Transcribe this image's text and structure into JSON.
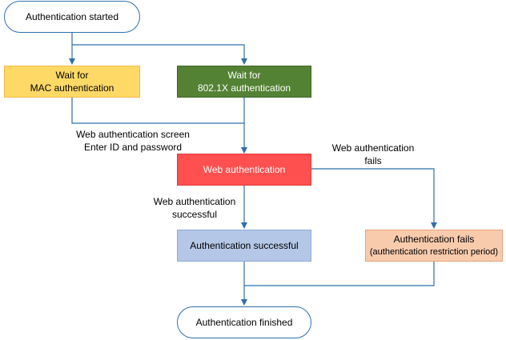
{
  "nodes": {
    "start": "Authentication started",
    "mac": [
      "Wait for",
      "MAC authentication"
    ],
    "dot1x": [
      "Wait for",
      "802.1X authentication"
    ],
    "web": "Web authentication",
    "success": "Authentication successful",
    "fail": [
      "Authentication fails",
      "(authentication restriction period)"
    ],
    "finish": "Authentication finished"
  },
  "edge_labels": {
    "screen": [
      "Web authentication screen",
      "Enter ID and password"
    ],
    "fails": [
      "Web authentication",
      "fails"
    ],
    "successful": [
      "Web authentication",
      "successful"
    ]
  },
  "colors": {
    "line": "#2f6fad",
    "mac": "#ffd966",
    "dot1x": "#548235",
    "web": "#ff5050",
    "success": "#b4c7e7",
    "fail": "#f8cbad"
  }
}
